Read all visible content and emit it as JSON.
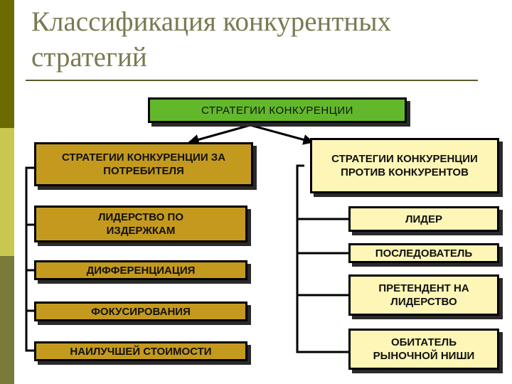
{
  "slide": {
    "title_line1": "Классификация конкурентных",
    "title_line2": "стратегий",
    "colors": {
      "band_top": "#6b6b00",
      "band_mid": "#c8c850",
      "band_low": "#7a7a3a",
      "title": "#7a7a52",
      "root_box": "#62b82a",
      "consumer_box": "#c49a1e",
      "competitor_box": "#fdf6b6"
    }
  },
  "diagram": {
    "root": "СТРАТЕГИИ КОНКУРЕНЦИИ",
    "left": {
      "header_line1": "СТРАТЕГИИ КОНКУРЕНЦИИ ЗА",
      "header_line2": "ПОТРЕБИТЕЛЯ",
      "items": [
        {
          "line1": "ЛИДЕРСТВО ПО",
          "line2": "ИЗДЕРЖКАМ"
        },
        {
          "line1": "ДИФФЕРЕНЦИАЦИЯ"
        },
        {
          "line1": "ФОКУСИРОВАНИЯ"
        },
        {
          "line1": "НАИЛУЧШЕЙ СТОИМОСТИ"
        }
      ]
    },
    "right": {
      "header_line1": "СТРАТЕГИИ КОНКУРЕНЦИИ",
      "header_line2": "ПРОТИВ КОНКУРЕНТОВ",
      "items": [
        {
          "line1": "ЛИДЕР"
        },
        {
          "line1": "ПОСЛЕДОВАТЕЛЬ"
        },
        {
          "line1": "ПРЕТЕНДЕНТ НА",
          "line2": "ЛИДЕРСТВО"
        },
        {
          "line1": "ОБИТАТЕЛЬ",
          "line2": "РЫНОЧНОЙ НИШИ"
        }
      ]
    }
  }
}
